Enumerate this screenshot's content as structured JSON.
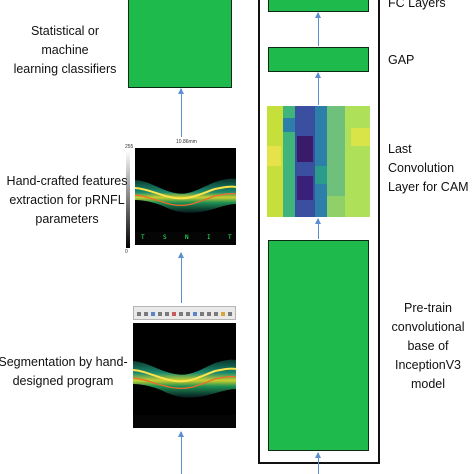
{
  "left": {
    "classifier_label": [
      "Statistical or machine",
      "learning classifiers"
    ],
    "features_label": [
      "Hand-crafted features",
      "extraction for pRNFL",
      "parameters"
    ],
    "segmentation_label": [
      "Segmentation by hand-",
      "designed program"
    ],
    "scale_text": "10.86mm",
    "colorbar_max": "255",
    "colorbar_min": "0",
    "sector_ticks": [
      "T",
      "S",
      "N",
      "I",
      "T"
    ]
  },
  "right": {
    "fc_label": "FC Layers",
    "gap_label": "GAP",
    "cam_label": [
      "Last Convolution",
      "Layer for CAM"
    ],
    "base_label": [
      "Pre-train",
      "convolutional",
      "base of",
      "InceptionV3",
      "model"
    ]
  },
  "colors": {
    "block_green": "#1fba4c",
    "arrow_blue": "#5b8fd1"
  }
}
